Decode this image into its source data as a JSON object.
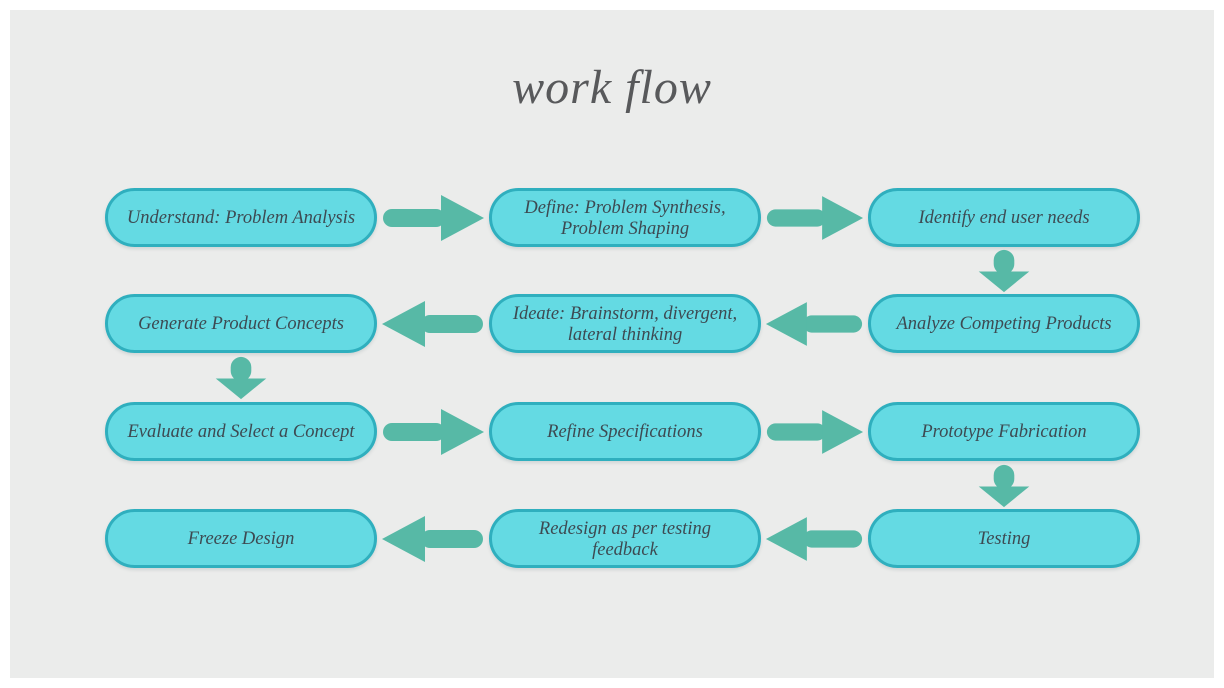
{
  "title": "work flow",
  "colors": {
    "frame": "#ffffff",
    "canvas_bg": "#ebeceb",
    "node_fill": "#64dae3",
    "node_border": "#2fafbe",
    "node_text": "#3d4a52",
    "arrow": "#57b9a6",
    "title_text": "#58595b"
  },
  "nodes": [
    {
      "label": "Understand: Problem Analysis",
      "row": 1,
      "col": 1
    },
    {
      "label": "Define: Problem Synthesis, Problem Shaping",
      "row": 1,
      "col": 2
    },
    {
      "label": "Identify end user needs",
      "row": 1,
      "col": 3
    },
    {
      "label": "Generate Product Concepts",
      "row": 2,
      "col": 1
    },
    {
      "label": "Ideate: Brainstorm, divergent, lateral thinking",
      "row": 2,
      "col": 2
    },
    {
      "label": "Analyze Competing Products",
      "row": 2,
      "col": 3
    },
    {
      "label": "Evaluate and Select a Concept",
      "row": 3,
      "col": 1
    },
    {
      "label": "Refine Specifications",
      "row": 3,
      "col": 2
    },
    {
      "label": "Prototype Fabrication",
      "row": 3,
      "col": 3
    },
    {
      "label": "Freeze Design",
      "row": 4,
      "col": 1
    },
    {
      "label": "Redesign as per testing feedback",
      "row": 4,
      "col": 2
    },
    {
      "label": "Testing",
      "row": 4,
      "col": 3
    }
  ],
  "connections": [
    {
      "from": "Understand: Problem Analysis",
      "to": "Define: Problem Synthesis, Problem Shaping",
      "direction": "right"
    },
    {
      "from": "Define: Problem Synthesis, Problem Shaping",
      "to": "Identify end user needs",
      "direction": "right"
    },
    {
      "from": "Identify end user needs",
      "to": "Analyze Competing Products",
      "direction": "down"
    },
    {
      "from": "Analyze Competing Products",
      "to": "Ideate: Brainstorm, divergent, lateral thinking",
      "direction": "left"
    },
    {
      "from": "Ideate: Brainstorm, divergent, lateral thinking",
      "to": "Generate Product Concepts",
      "direction": "left"
    },
    {
      "from": "Generate Product Concepts",
      "to": "Evaluate and Select a Concept",
      "direction": "down"
    },
    {
      "from": "Evaluate and Select a Concept",
      "to": "Refine Specifications",
      "direction": "right"
    },
    {
      "from": "Refine Specifications",
      "to": "Prototype Fabrication",
      "direction": "right"
    },
    {
      "from": "Prototype Fabrication",
      "to": "Testing",
      "direction": "down"
    },
    {
      "from": "Testing",
      "to": "Redesign as per testing feedback",
      "direction": "left"
    },
    {
      "from": "Redesign as per testing feedback",
      "to": "Freeze Design",
      "direction": "left"
    }
  ]
}
